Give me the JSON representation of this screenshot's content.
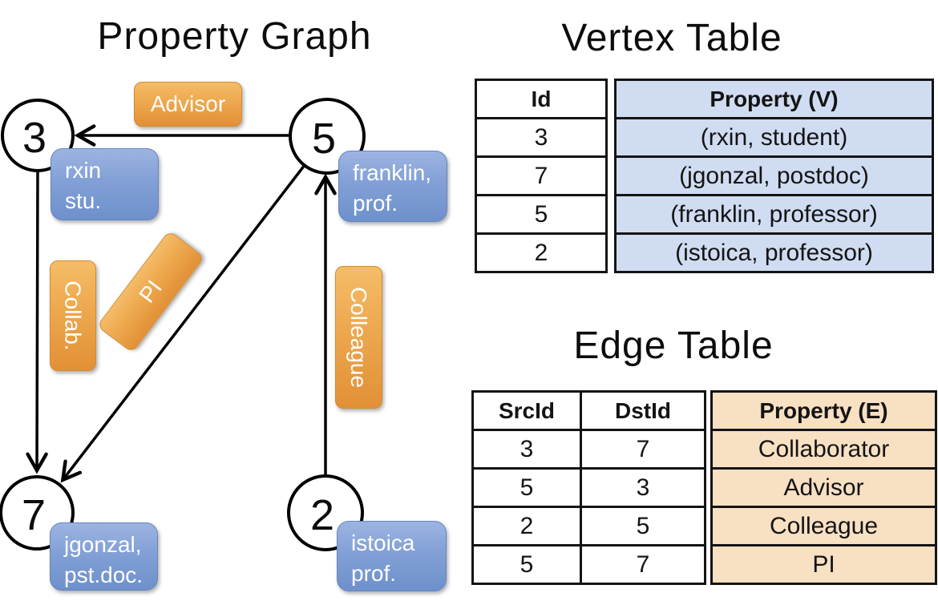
{
  "graph": {
    "title": "Property Graph",
    "nodes": [
      {
        "id": "3",
        "lines": [
          "rxin",
          "stu."
        ]
      },
      {
        "id": "5",
        "lines": [
          "franklin,",
          "prof."
        ]
      },
      {
        "id": "7",
        "lines": [
          "jgonzal,",
          "pst.doc."
        ]
      },
      {
        "id": "2",
        "lines": [
          "istoica",
          "prof."
        ]
      }
    ],
    "edges": [
      {
        "src": "5",
        "dst": "3",
        "label": "Advisor"
      },
      {
        "src": "3",
        "dst": "7",
        "label": "Collab."
      },
      {
        "src": "5",
        "dst": "7",
        "label": "PI"
      },
      {
        "src": "2",
        "dst": "5",
        "label": "Colleague"
      }
    ]
  },
  "vertex_table": {
    "title": "Vertex Table",
    "columns": [
      "Id",
      "Property (V)"
    ],
    "rows": [
      [
        "3",
        "(rxin, student)"
      ],
      [
        "7",
        "(jgonzal, postdoc)"
      ],
      [
        "5",
        "(franklin, professor)"
      ],
      [
        "2",
        "(istoica, professor)"
      ]
    ]
  },
  "edge_table": {
    "title": "Edge Table",
    "columns": [
      "SrcId",
      "DstId",
      "Property (E)"
    ],
    "rows": [
      [
        "3",
        "7",
        "Collaborator"
      ],
      [
        "5",
        "3",
        "Advisor"
      ],
      [
        "2",
        "5",
        "Colleague"
      ],
      [
        "5",
        "7",
        "PI"
      ]
    ]
  },
  "colors": {
    "edge_label_fill_top": "#f5bc68",
    "edge_label_fill_bottom": "#e29036",
    "node_box_fill_top": "#9db4e1",
    "node_box_fill_bottom": "#6e90cb",
    "vertex_table_fill": "#cfdcf1",
    "edge_table_fill": "#f8e0c3",
    "line_color": "#000000",
    "background": "#ffffff"
  }
}
